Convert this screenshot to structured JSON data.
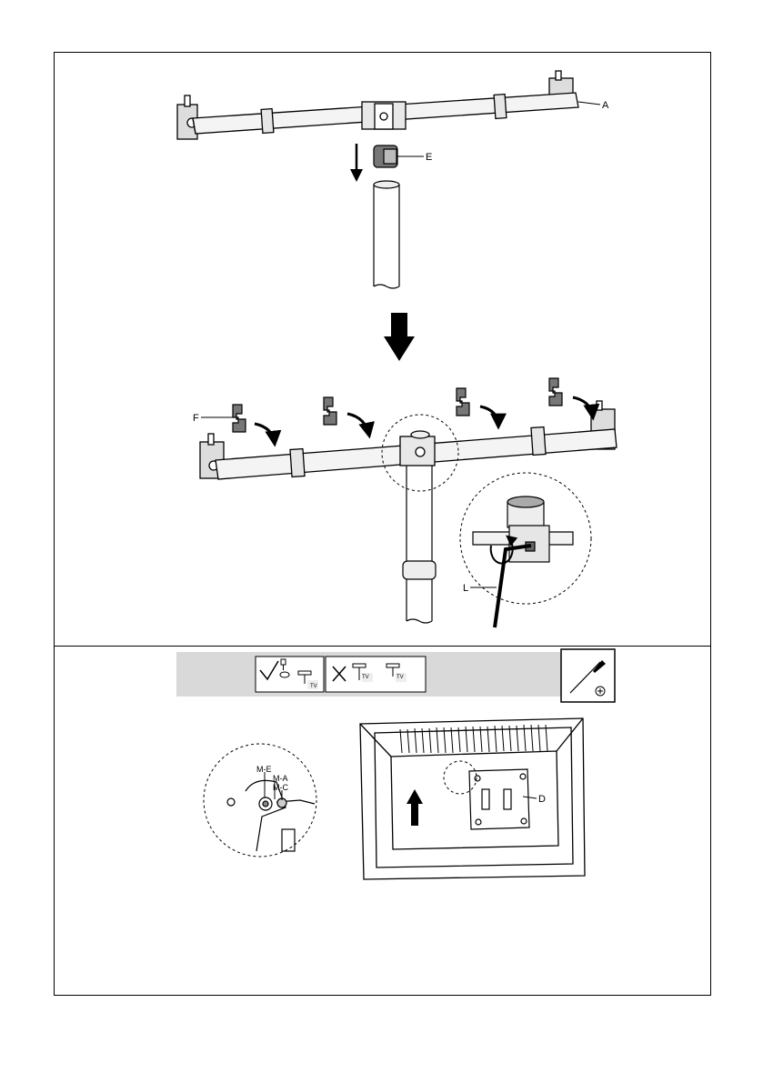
{
  "step1": {
    "callouts": {
      "a": "A",
      "e": "E",
      "f": "F",
      "l": "L"
    }
  },
  "step2": {
    "tool_panel": {
      "ok_tv_label": "TV",
      "bad_tv_label_1": "TV",
      "bad_tv_label_2": "TV"
    },
    "callouts": {
      "me": "M-E",
      "ma": "M-A",
      "mc": "M-C",
      "d": "D"
    }
  }
}
